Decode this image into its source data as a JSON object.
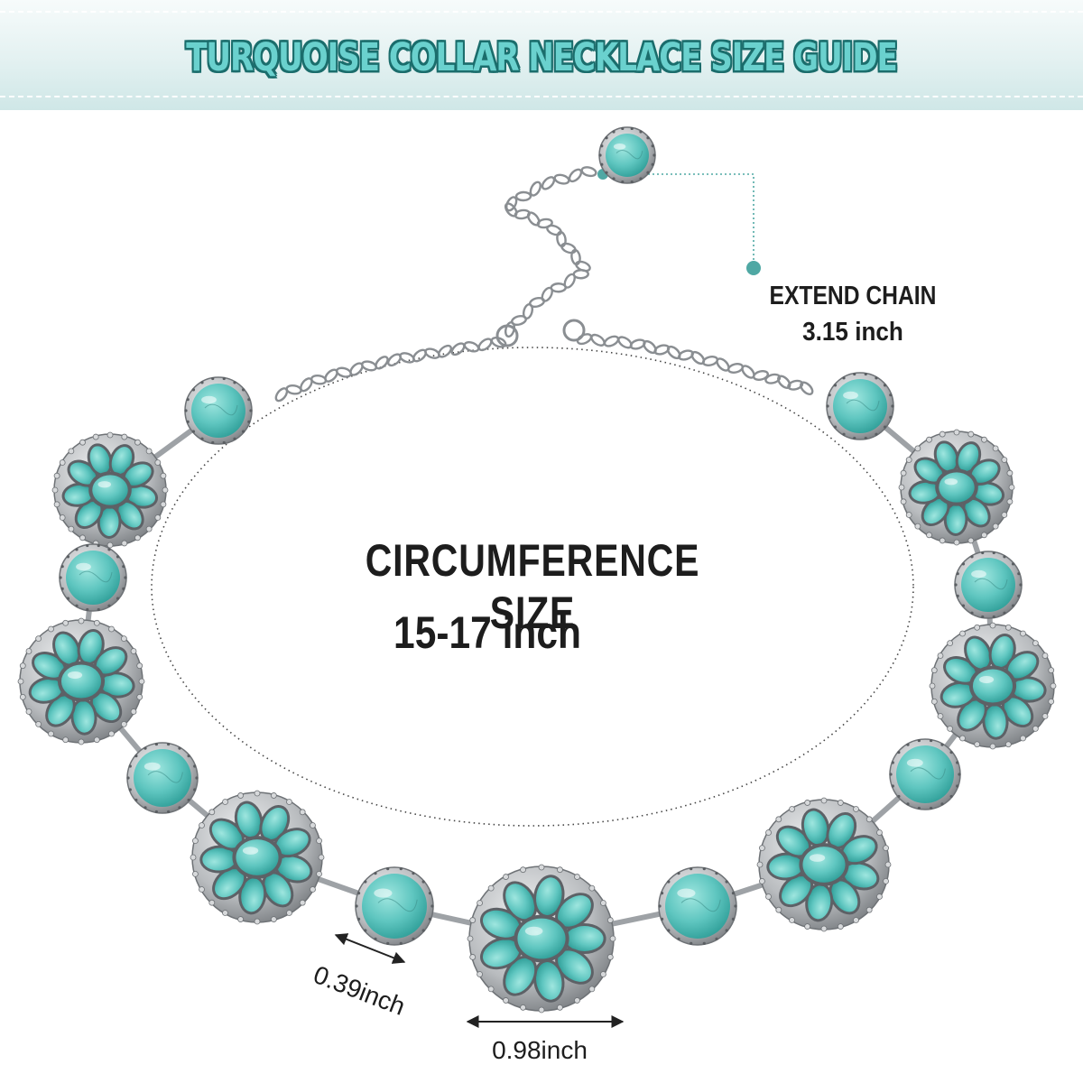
{
  "title": "TURQUOISE COLLAR NECKLACE SIZE GUIDE",
  "circumference": {
    "label": "CIRCUMFERENCE SIZE",
    "value": "15-17 inch"
  },
  "extend_chain": {
    "label": "EXTEND CHAIN",
    "value": "3.15 inch"
  },
  "dimensions": {
    "small_bead": "0.39inch",
    "center_piece": "0.98inch"
  },
  "colors": {
    "turquoise": "#5fc6c0",
    "turquoise_dark": "#2f9e98",
    "silver": "#b9bcbf",
    "silver_dark": "#6e7276",
    "title_fill": "#6ad1ce",
    "title_outline": "#1b6d6c",
    "accent_dot": "#4fa8a4",
    "text": "#1d1d1d"
  }
}
